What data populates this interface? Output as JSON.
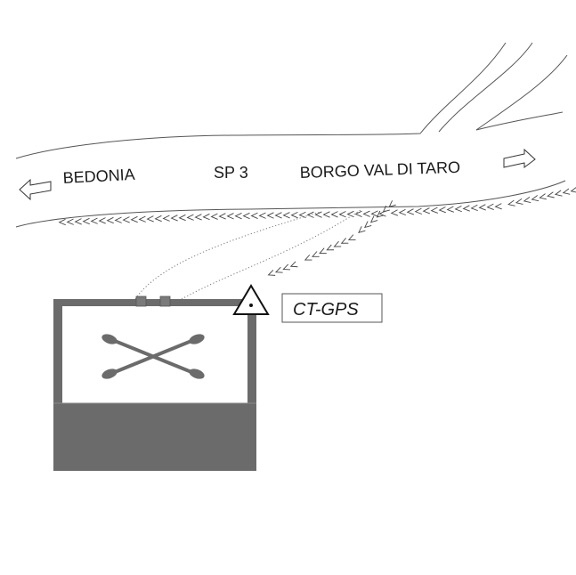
{
  "map": {
    "labels": {
      "west_destination": "BEDONIA",
      "road_name": "SP 3",
      "east_destination": "BORGO VAL DI TARO",
      "station_code": "CT-GPS"
    },
    "colors": {
      "background": "#ffffff",
      "road_line": "#555555",
      "building_fill": "#6b6b6b",
      "chevrons": "#444444"
    },
    "icons": [
      "arrow-west-icon",
      "arrow-east-icon",
      "triangle-station-icon",
      "helipad-x-icon"
    ]
  }
}
